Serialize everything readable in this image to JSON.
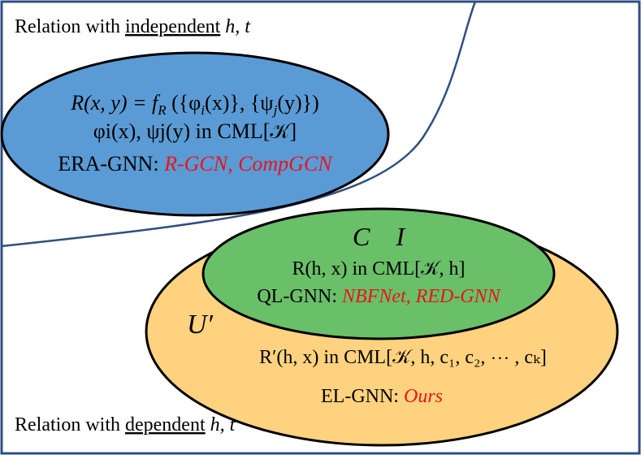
{
  "colors": {
    "border": "#2f4f7f",
    "blue_ellipse": "#5b9bd5",
    "green_ellipse": "#6abf69",
    "orange_ellipse": "#ffd27f",
    "highlight_red": "#e8141b"
  },
  "independent_region": {
    "caption_prefix": "Relation with ",
    "caption_underlined": "independent",
    "caption_suffix": " h, t",
    "formula_line1": "R(x, y) = f",
    "formula_line1_sub": "R",
    "formula_line1_rest": " ({φ",
    "formula_line1_sub_i": "i",
    "formula_line1_mid": "(x)}, {ψ",
    "formula_line1_sub_j": "j",
    "formula_line1_end": "(y)})",
    "formula_line2": "φi(x), ψj(y) in CML[𝒦]",
    "model_label": "ERA-GNN: ",
    "model_examples": "R-GCN, CompGCN"
  },
  "dependent_region": {
    "caption_prefix": "Relation with ",
    "caption_underlined": "dependent",
    "caption_suffix": " h, t",
    "inner_symbols": "C    I",
    "inner_formula": "R(h, x) in CML[𝒦, h]",
    "inner_model_label": "QL-GNN: ",
    "inner_model_examples": "NBFNet, RED-GNN",
    "outer_symbol": "U′",
    "outer_formula": "R′(h, x) in CML[𝒦, h, c₁, c₂, ⋯ , cₖ]",
    "outer_model_label": "EL-GNN: ",
    "outer_model_examples": "Ours"
  }
}
